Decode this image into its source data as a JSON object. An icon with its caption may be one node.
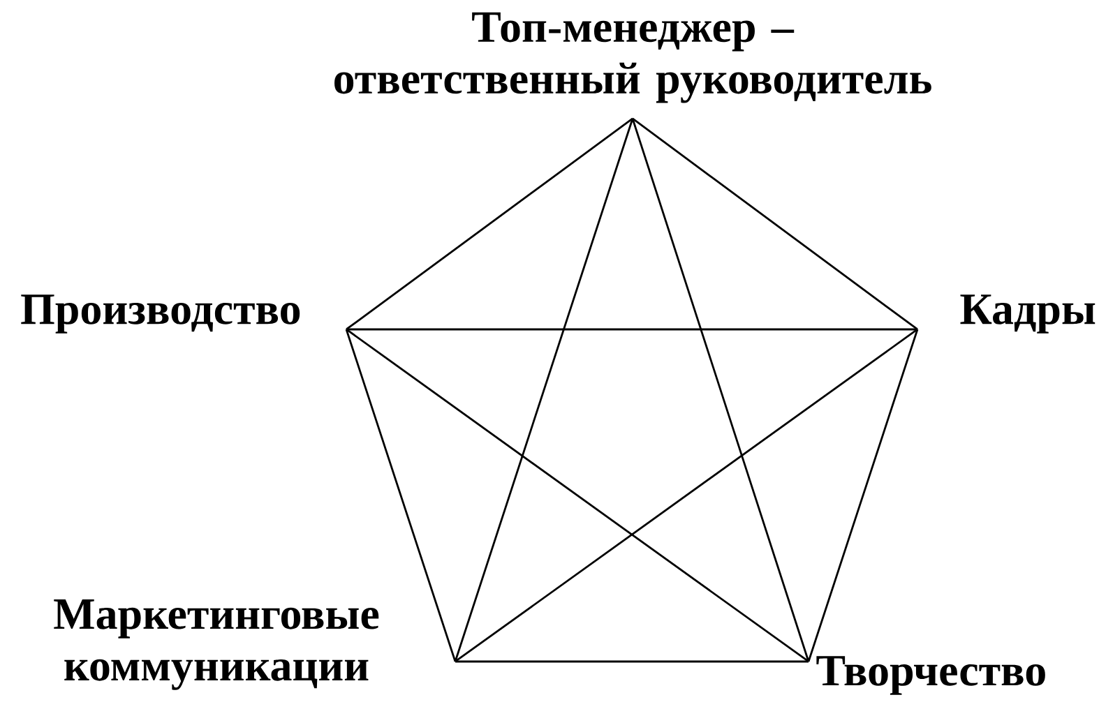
{
  "diagram": {
    "nodes": [
      {
        "text": [
          "Топ-менеджер – ответственный руководитель"
        ]
      },
      {
        "text": [
          "Производство"
        ]
      },
      {
        "text": [
          "Кадры"
        ]
      },
      {
        "text": [
          "Маркетинговые коммуникации"
        ]
      },
      {
        "text": [
          "Творчество"
        ]
      }
    ],
    "edges": [
      {
        "from": 0,
        "to": 2,
        "arrow": "none"
      },
      {
        "from": 2,
        "to": 4,
        "arrow": "none"
      },
      {
        "from": 4,
        "to": 3,
        "arrow": "none"
      },
      {
        "from": 3,
        "to": 1,
        "arrow": "none"
      },
      {
        "from": 1,
        "to": 0,
        "arrow": "none"
      },
      {
        "from": 0,
        "to": 3,
        "arrow": "none"
      },
      {
        "from": 0,
        "to": 4,
        "arrow": "none"
      },
      {
        "from": 1,
        "to": 2,
        "arrow": "none"
      },
      {
        "from": 1,
        "to": 4,
        "arrow": "none"
      },
      {
        "from": 2,
        "to": 3,
        "arrow": "none"
      }
    ]
  }
}
